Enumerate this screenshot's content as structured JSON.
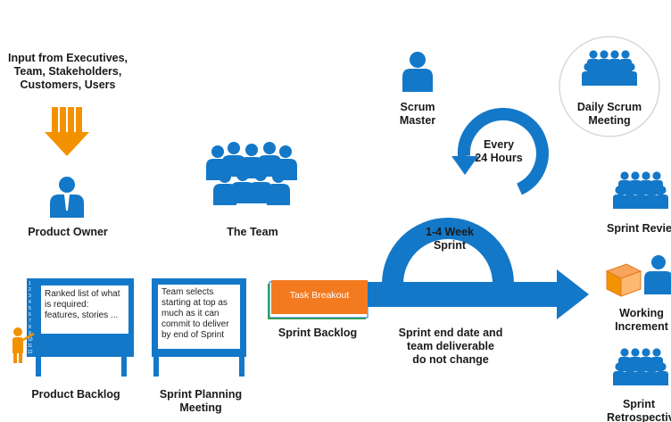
{
  "input": {
    "lines": [
      "Input from Executives,",
      "Team, Stakeholders,",
      "Customers, Users"
    ]
  },
  "roles": {
    "product_owner": "Product Owner",
    "the_team": "The Team",
    "scrum_master": [
      "Scrum",
      "Master"
    ],
    "daily_scrum": [
      "Daily Scrum",
      "Meeting"
    ]
  },
  "cycle": {
    "every": [
      "Every",
      "24 Hours"
    ],
    "sprint": [
      "1-4 Week",
      "Sprint"
    ]
  },
  "product_backlog": {
    "board_text": [
      "Ranked list of what",
      "is required:",
      "features, stories ..."
    ],
    "label": "Product Backlog",
    "row_numbers": [
      "1",
      "2",
      "3",
      "4",
      "5",
      "6",
      "7",
      "8",
      "9",
      "10",
      "11",
      "12"
    ]
  },
  "sprint_planning": {
    "board_text": [
      "Team selects",
      "starting at top as",
      "much as it can",
      "commit to deliver",
      "by end of Sprint"
    ],
    "label": [
      "Sprint Planning",
      "Meeting"
    ]
  },
  "sprint_backlog": {
    "task": "Task Breakout",
    "label": "Sprint Backlog"
  },
  "sprint_note": [
    "Sprint end date and",
    "team deliverable",
    "do not change"
  ],
  "outputs": {
    "sprint_review": "Sprint Review",
    "increment": [
      "Working",
      "Increment"
    ],
    "retrospective": [
      "Sprint",
      "Retrospective"
    ]
  },
  "colors": {
    "blue": "#1478c8",
    "orange": "#f39200",
    "light_blue_line": "#2f8fd8"
  }
}
